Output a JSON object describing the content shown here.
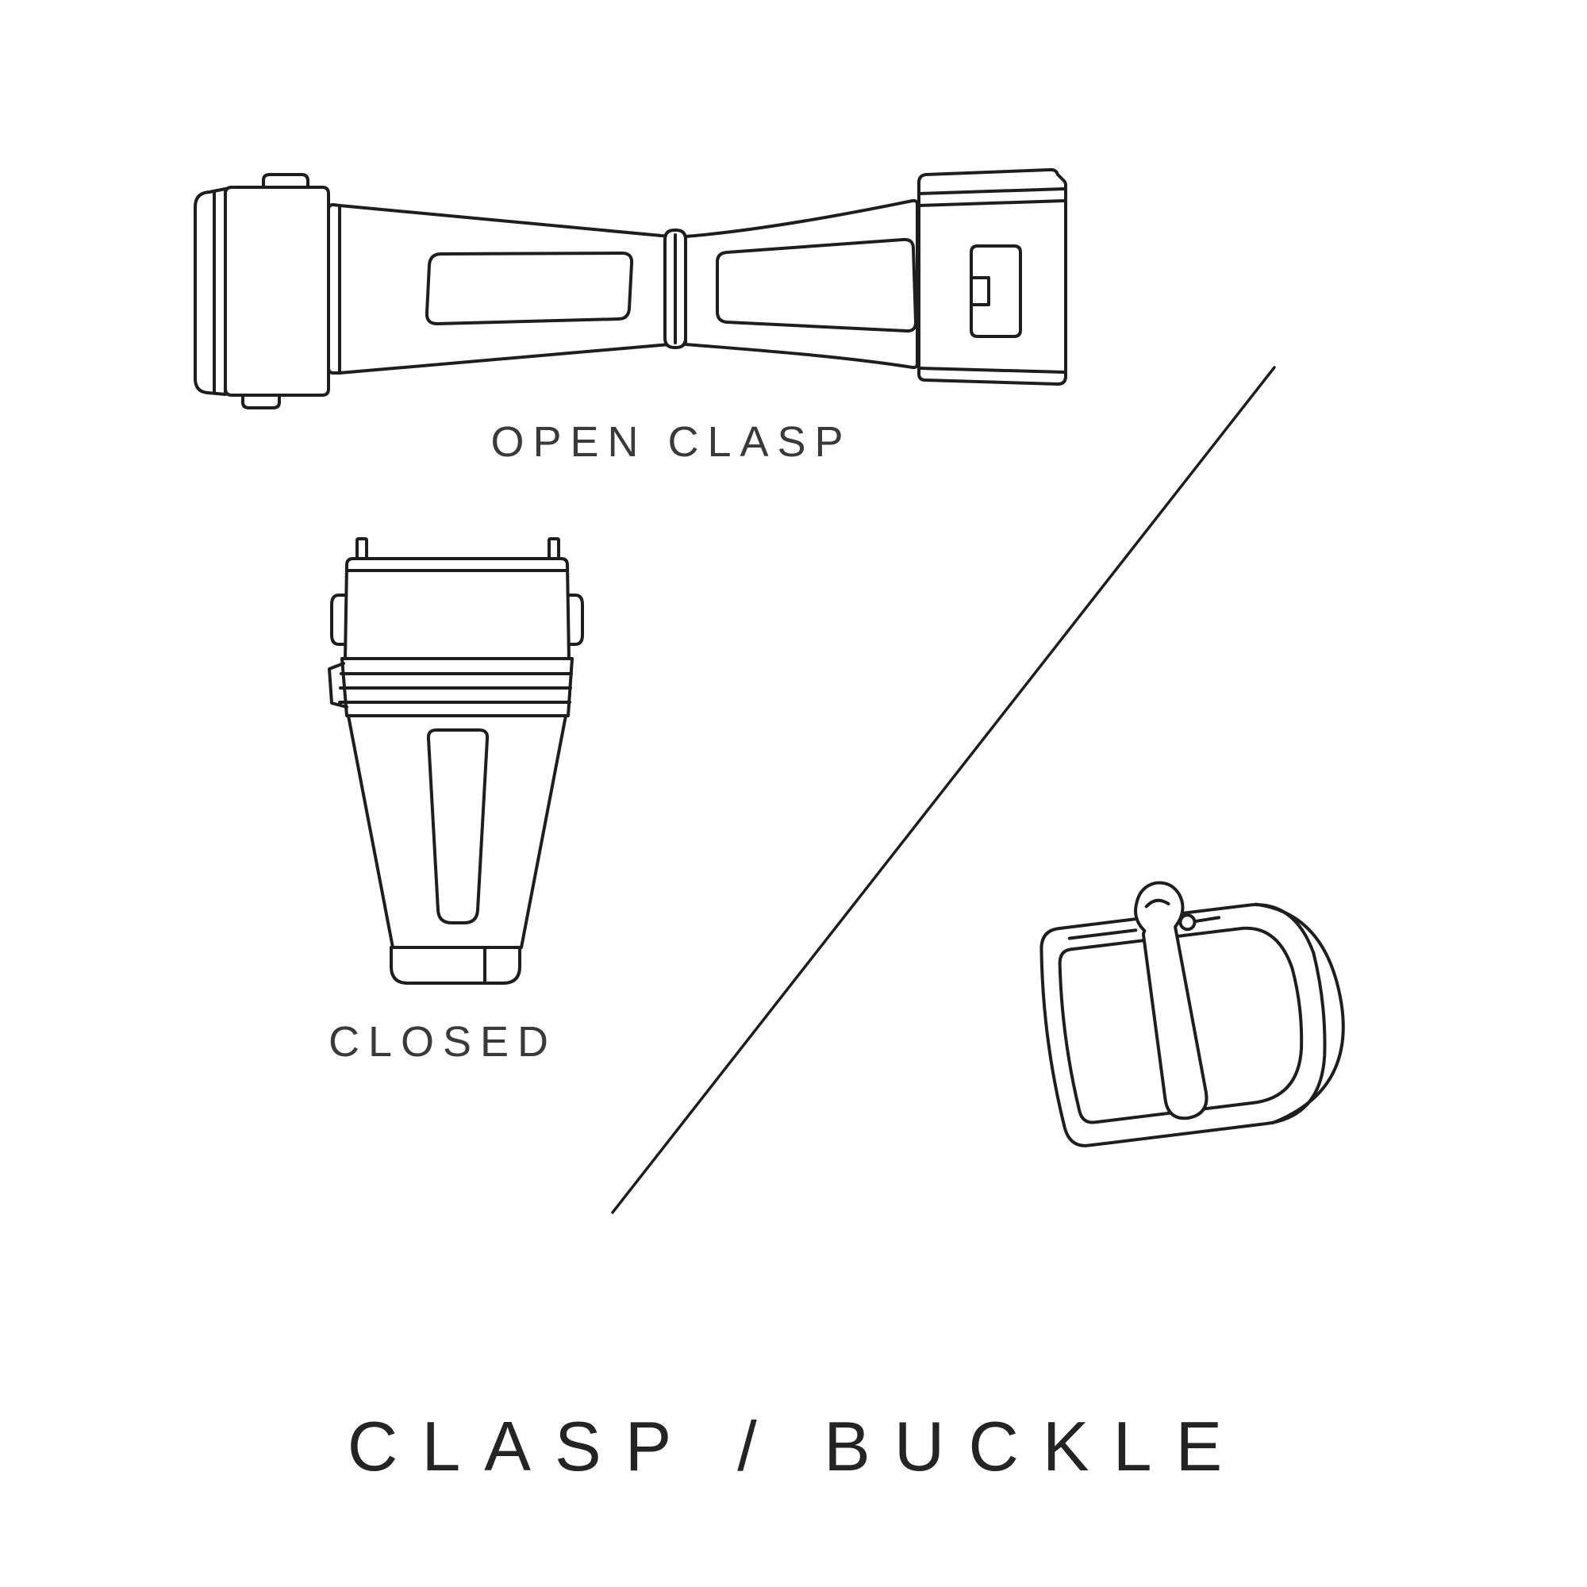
{
  "figure": {
    "open_clasp_label": "OPEN CLASP",
    "closed_label": "CLOSED",
    "title": "CLASP / BUCKLE"
  },
  "illustrations": [
    {
      "name": "open-clasp-drawing",
      "description_label": "OPEN CLASP"
    },
    {
      "name": "closed-clasp-drawing",
      "description_label": "CLOSED"
    },
    {
      "name": "buckle-drawing",
      "description_label": ""
    }
  ],
  "colors": {
    "background": "#ffffff",
    "line": "#1e1e1e",
    "text": "#3a3a3a",
    "title_text": "#242424"
  }
}
